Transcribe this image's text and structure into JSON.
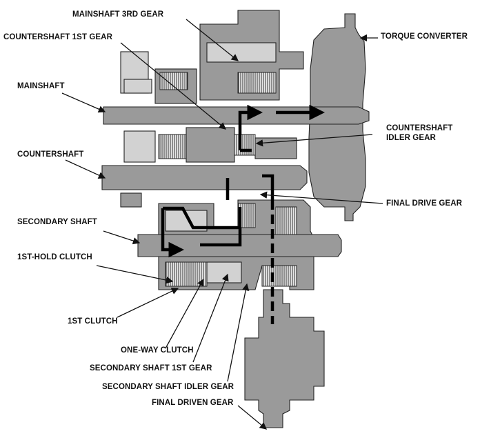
{
  "labels": {
    "mainshaft_3rd_gear": "MAINSHAFT 3RD GEAR",
    "countershaft_1st_gear": "COUNTERSHAFT 1ST GEAR",
    "torque_converter": "TORQUE CONVERTER",
    "mainshaft": "MAINSHAFT",
    "countershaft_idler_gear_line1": "COUNTERSHAFT",
    "countershaft_idler_gear_line2": "IDLER GEAR",
    "countershaft": "COUNTERSHAFT",
    "final_drive_gear": "FINAL DRIVE GEAR",
    "secondary_shaft": "SECONDARY SHAFT",
    "first_hold_clutch": "1ST-HOLD CLUTCH",
    "first_clutch": "1ST CLUTCH",
    "one_way_clutch": "ONE-WAY CLUTCH",
    "secondary_shaft_1st_gear": "SECONDARY SHAFT 1ST GEAR",
    "secondary_shaft_idler_gear": "SECONDARY SHAFT IDLER GEAR",
    "final_driven_gear": "FINAL DRIVEN GEAR"
  },
  "colors": {
    "shaft": "#8c8c8c",
    "housing": "#9a9a9a",
    "clutch_plates": "#d2d2d2",
    "power_flow": "#000000"
  }
}
